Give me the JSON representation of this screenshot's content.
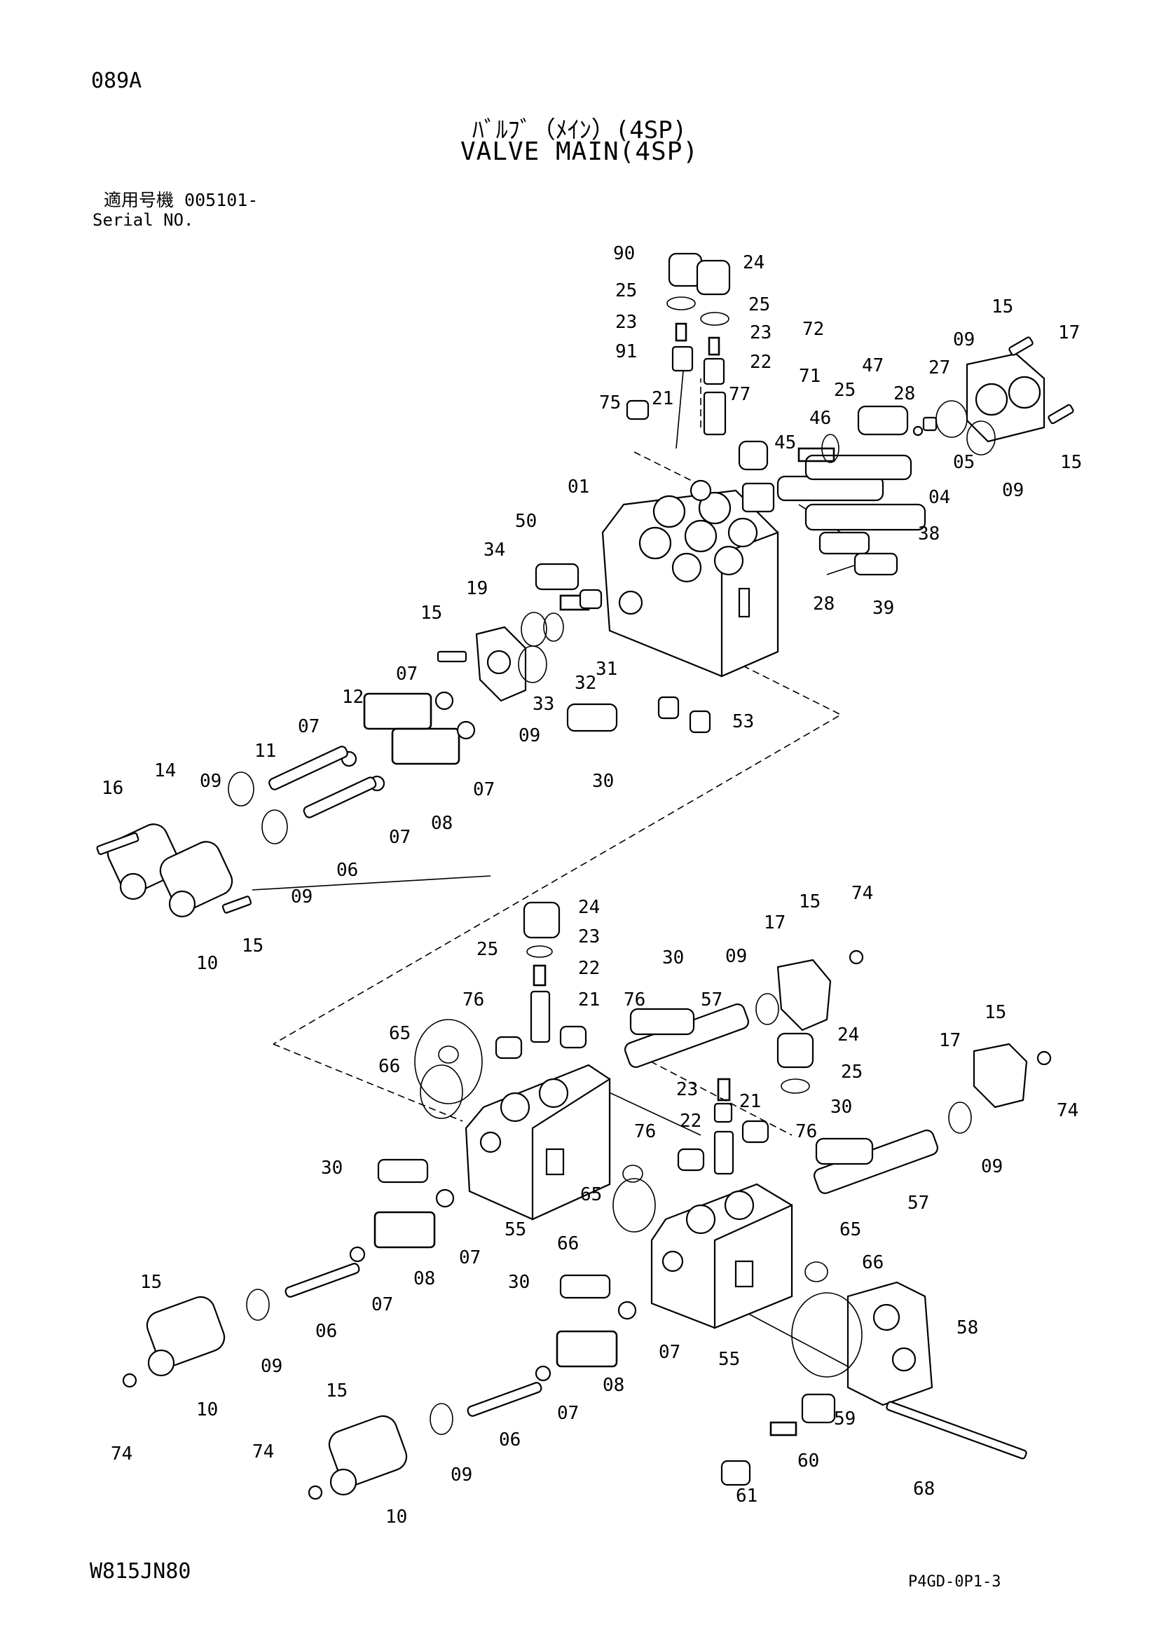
{
  "page_code": "089A",
  "title_jp": "ﾊﾞﾙﾌﾞ（ﾒｲﾝ）(4SP)",
  "title_en": "VALVE MAIN(4SP)",
  "serial_label_jp": "適用号機 005101-",
  "serial_label_en": "Serial NO.",
  "drawing_code": "W815JN80",
  "sheet_code": "P4GD-0P1-3",
  "callouts": [
    "90",
    "24",
    "25",
    "25",
    "23",
    "23",
    "91",
    "22",
    "72",
    "71",
    "75",
    "21",
    "77",
    "47",
    "25",
    "28",
    "27",
    "09",
    "15",
    "17",
    "46",
    "45",
    "05",
    "15",
    "09",
    "01",
    "04",
    "38",
    "50",
    "34",
    "19",
    "28",
    "39",
    "15",
    "32",
    "31",
    "33",
    "07",
    "09",
    "53",
    "12",
    "07",
    "30",
    "07",
    "11",
    "09",
    "07",
    "08",
    "14",
    "16",
    "06",
    "09",
    "10",
    "15",
    "24",
    "25",
    "23",
    "22",
    "15",
    "74",
    "17",
    "30",
    "09",
    "76",
    "21",
    "76",
    "57",
    "65",
    "24",
    "66",
    "25",
    "17",
    "15",
    "74",
    "23",
    "22",
    "21",
    "30",
    "76",
    "76",
    "30",
    "09",
    "65",
    "57",
    "55",
    "66",
    "07",
    "08",
    "07",
    "30",
    "55",
    "07",
    "65",
    "66",
    "58",
    "15",
    "06",
    "09",
    "10",
    "74",
    "07",
    "06",
    "08",
    "59",
    "15",
    "74",
    "60",
    "09",
    "10",
    "61",
    "68"
  ]
}
